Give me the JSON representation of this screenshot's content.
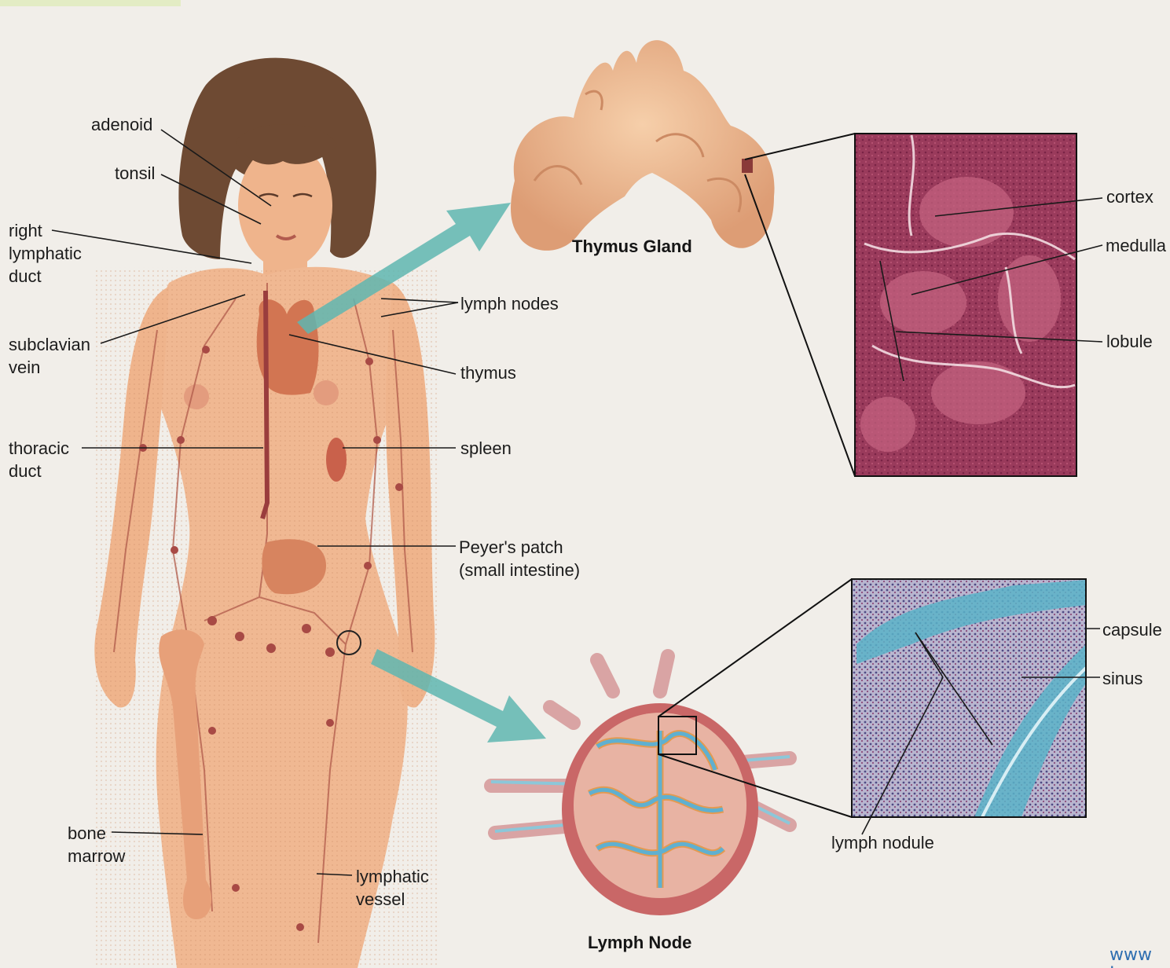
{
  "figure": {
    "labels": {
      "adenoid": "adenoid",
      "tonsil": "tonsil",
      "right_lymphatic_duct": "right\nlymphatic\nduct",
      "subclavian_vein": "subclavian\nvein",
      "thoracic_duct": "thoracic\nduct",
      "bone_marrow": "bone\nmarrow",
      "lymph_nodes": "lymph nodes",
      "thymus": "thymus",
      "spleen": "spleen",
      "peyers_patch": "Peyer's patch\n(small intestine)",
      "lymphatic_vessel": "lymphatic\nvessel",
      "cortex": "cortex",
      "medulla": "medulla",
      "lobule": "lobule",
      "capsule": "capsule",
      "sinus": "sinus",
      "lymph_nodule": "lymph nodule"
    },
    "titles": {
      "thymus_gland": "Thymus Gland",
      "lymph_node": "Lymph Node"
    },
    "footer_text": "www\nLymp"
  },
  "colors": {
    "background": "#f1eee9",
    "skin": "#f0b892",
    "hair": "#6e4a33",
    "thymus_tissue": "#9c3a5a",
    "node_tissue": "#5a5f9a",
    "arrow": "#5fb6b0",
    "footer_link": "#2f6eb0"
  }
}
